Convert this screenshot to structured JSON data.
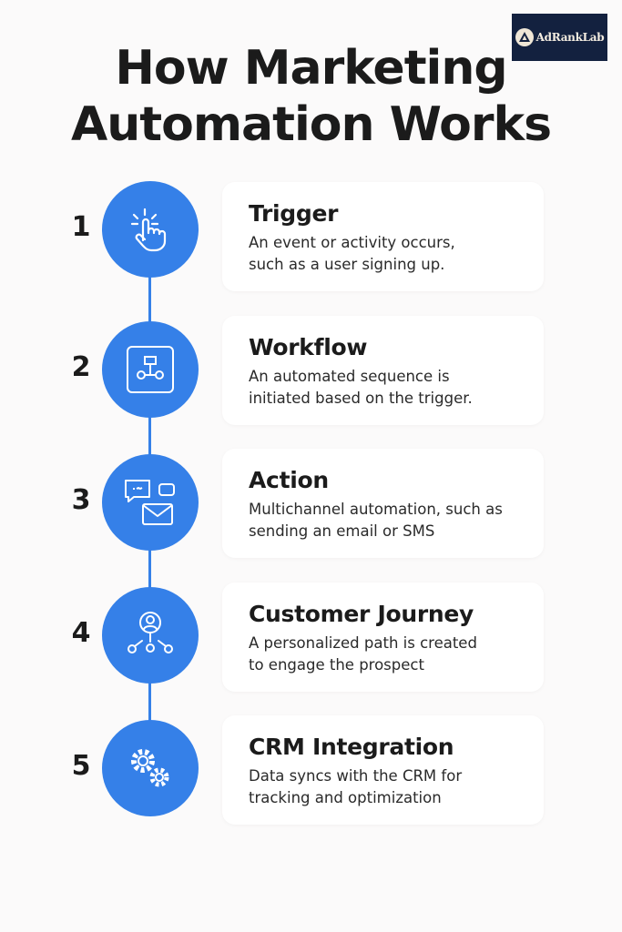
{
  "brand": {
    "name": "AdRankLab",
    "bg_color": "#13213f"
  },
  "title": {
    "line1": "How Marketing",
    "line2": "Automation Works"
  },
  "accent_color": "#3580e8",
  "steps": [
    {
      "number": "1",
      "icon": "tap-hand-icon",
      "title": "Trigger",
      "description": "An event or activity occurs,\nsuch as a user signing up."
    },
    {
      "number": "2",
      "icon": "workflow-icon",
      "title": "Workflow",
      "description": "An automated  sequence is\ninitiated based on the trigger."
    },
    {
      "number": "3",
      "icon": "chat-email-icon",
      "title": "Action",
      "description": "Multichannel automation, such as\nsending an email or SMS"
    },
    {
      "number": "4",
      "icon": "customer-journey-icon",
      "title": "Customer Journey",
      "description": "A personalized path is created\nto engage the prospect"
    },
    {
      "number": "5",
      "icon": "gears-icon",
      "title": "CRM Integration",
      "description": "Data syncs with the CRM for\ntracking and optimization"
    }
  ]
}
